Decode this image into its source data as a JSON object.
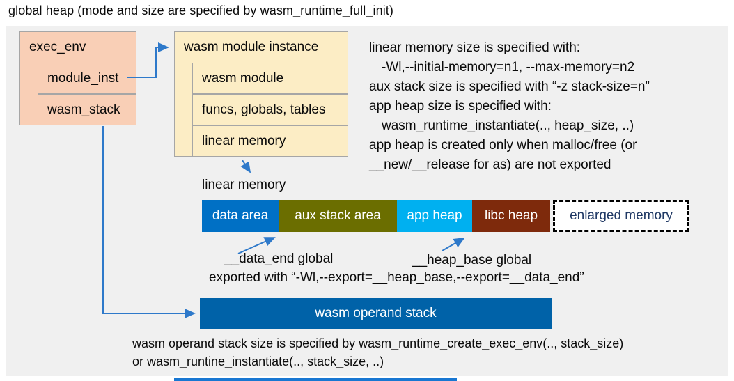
{
  "title": "global heap (mode and size are specified by wasm_runtime_full_init)",
  "exec_env": {
    "header": "exec_env",
    "rows": [
      "module_inst",
      "wasm_stack"
    ]
  },
  "module_instance": {
    "header": "wasm module instance",
    "rows": [
      "wasm module",
      "funcs, globals, tables",
      "linear memory"
    ]
  },
  "notes": {
    "lines": [
      "linear memory size is specified with:",
      "-Wl,--initial-memory=n1, --max-memory=n2",
      "aux stack size is specified with “-z stack-size=n”",
      "app heap size is specified with:",
      "wasm_runtime_instantiate(.., heap_size, ..)",
      "app heap is created only when malloc/free (or",
      "__new/__release for as) are not exported"
    ]
  },
  "linear_memory": {
    "label": "linear memory",
    "segments": [
      {
        "label": "data area",
        "color": "#0070c5"
      },
      {
        "label": "aux stack area",
        "color": "#6b6e00"
      },
      {
        "label": "app heap",
        "color": "#00b0f0"
      },
      {
        "label": "libc heap",
        "color": "#7e2a0c"
      }
    ],
    "enlarged": {
      "label": "enlarged memory",
      "text_color": "#1f3864"
    }
  },
  "globals": {
    "data_end_label": "__data_end global",
    "heap_base_label": "__heap_base global",
    "exported_line": "exported with “-Wl,--export=__heap_base,--export=__data_end”"
  },
  "operand_stack": {
    "label": "wasm operand stack",
    "color": "#0062a8"
  },
  "footer": {
    "line1": "wasm operand stack size is specified by wasm_runtime_create_exec_env(.., stack_size)",
    "line2": "or wasm_runtine_instantiate(.., stack_size, ..)"
  },
  "colors": {
    "panel_bg": "#f0f0f0",
    "box_peach": "#f9cfb6",
    "box_cream": "#fcedc5",
    "border_gray": "#a6a6a6",
    "arrow_blue": "#2e79ca",
    "clipped_bar": "#1877d2"
  }
}
